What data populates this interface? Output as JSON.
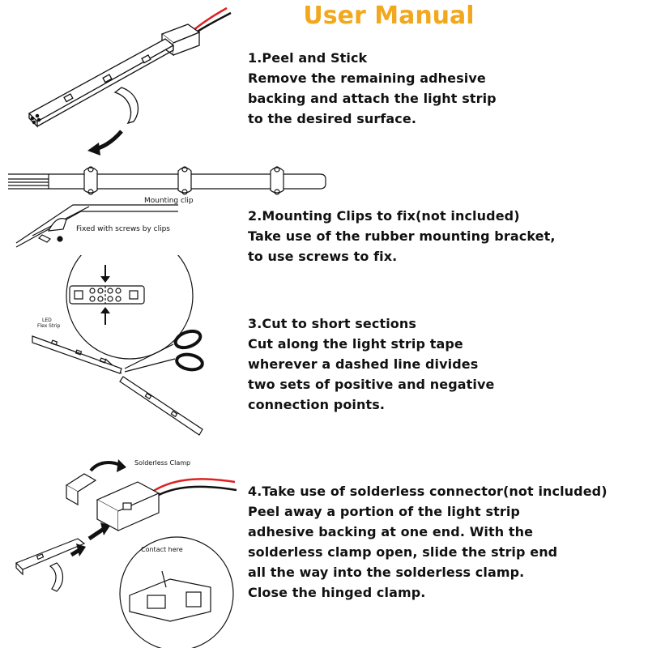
{
  "title": "User Manual",
  "steps": [
    {
      "heading": "1.Peel and Stick",
      "lines": [
        "Remove the remaining adhesive",
        "backing and attach the light strip",
        "to the desired surface."
      ]
    },
    {
      "heading": "2.Mounting Clips to fix(not included)",
      "lines": [
        "Take use of the rubber mounting bracket,",
        "to use screws to fix."
      ]
    },
    {
      "heading": "3.Cut to short sections",
      "lines": [
        "Cut along the light strip tape",
        "wherever a dashed line divides",
        "two sets of positive and negative",
        "connection points."
      ]
    },
    {
      "heading": "4.Take use of solderless connector(not included)",
      "lines": [
        "Peel away a portion of the light strip",
        "adhesive backing at one end. With the",
        "solderless clamp open, slide the strip end",
        "all the way into the solderless clamp.",
        "Close the hinged clamp."
      ]
    }
  ],
  "illustration_labels": {
    "mounting_clip": "Mounting clip",
    "fixed_with_screws": "Fixed with screws by clips",
    "led_flex_strip_1": "LED",
    "led_flex_strip_2": "Flex Strip",
    "solderless_clamp": "Solderless Clamp",
    "contact_here": "Contact here"
  },
  "colors": {
    "title": "#f2a81d",
    "wire_red": "#e02020",
    "wire_black": "#111111"
  }
}
